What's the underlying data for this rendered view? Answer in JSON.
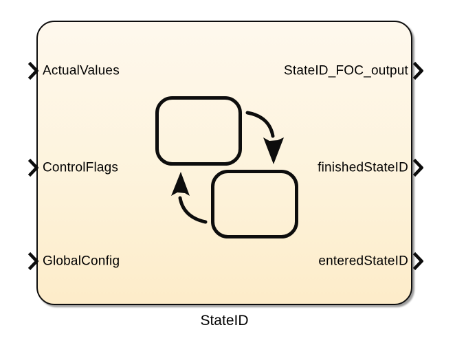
{
  "block": {
    "label": "StateID",
    "icon": "stateflow-two-states-cycle-icon",
    "inputs": [
      {
        "label": "ActualValues"
      },
      {
        "label": "ControlFlags"
      },
      {
        "label": "GlobalConfig"
      }
    ],
    "outputs": [
      {
        "label": "StateID_FOC_output"
      },
      {
        "label": "finishedStateID"
      },
      {
        "label": "enteredStateID"
      }
    ],
    "colors": {
      "fill_top": "#fef8ed",
      "fill_bottom": "#fdecc9",
      "border": "#0d0d0d",
      "text": "#000000",
      "canvas": "#ffffff"
    }
  }
}
